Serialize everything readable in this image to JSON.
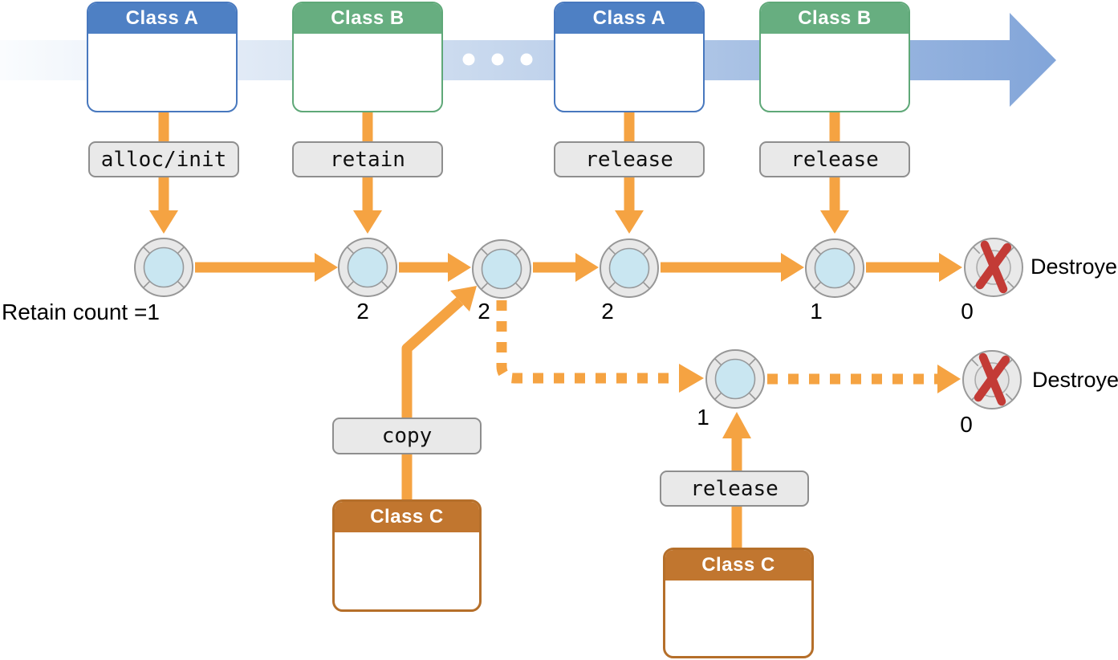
{
  "colors": {
    "orange_arrow": "#F5A342",
    "blue_header": "#4E80C4",
    "green_header": "#67AE80",
    "brown_header": "#C1762F",
    "red_x": "#C33B36",
    "method_label_bg": "#E9E9E9",
    "object_inner": "#C9E6F1",
    "timeline_start": "#FAFCFE",
    "timeline_end": "#82A5D9"
  },
  "timeline_boxes": [
    {
      "label": "Class A",
      "variant": "blue"
    },
    {
      "label": "Class B",
      "variant": "green"
    },
    {
      "label": "Class A",
      "variant": "blue"
    },
    {
      "label": "Class B",
      "variant": "green"
    }
  ],
  "bottom_boxes": [
    {
      "label": "Class C"
    },
    {
      "label": "Class C"
    }
  ],
  "method_labels": {
    "alloc_init": "alloc/init",
    "retain": "retain",
    "release_1": "release",
    "release_2": "release",
    "copy": "copy",
    "release_copy": "release"
  },
  "counts": {
    "c1": "Retain count =1",
    "c2": "2",
    "c3": "2",
    "c4": "2",
    "c5": "1",
    "c6": "0",
    "b1": "1",
    "b2": "0"
  },
  "destroyed": {
    "main_label": "Destroyed",
    "copy_label": "Destroyed"
  }
}
